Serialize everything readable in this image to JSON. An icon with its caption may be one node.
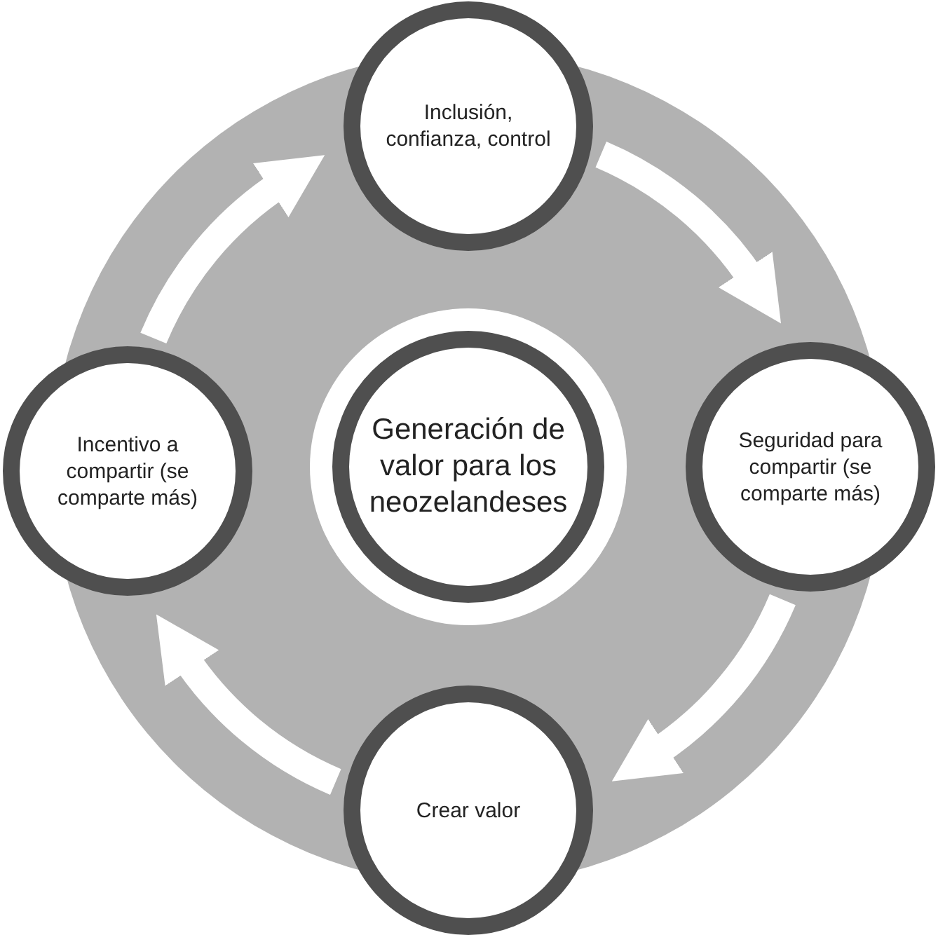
{
  "diagram": {
    "nodes": [
      {
        "text": [
          "Inclusión, confianza, control"
        ]
      },
      {
        "text": [
          "Incentivo a compartir (se comparte más)"
        ]
      },
      {
        "text": [
          "Generación de valor para los neozelandeses"
        ]
      },
      {
        "text": [
          "Seguridad para compartir (se comparte más)"
        ]
      },
      {
        "text": [
          "Crear valor"
        ]
      }
    ],
    "edges": [
      {
        "from": 0,
        "to": 3,
        "arrow": "to"
      },
      {
        "from": 3,
        "to": 4,
        "arrow": "to"
      },
      {
        "from": 4,
        "to": 1,
        "arrow": "to"
      },
      {
        "from": 1,
        "to": 0,
        "arrow": "to"
      }
    ]
  }
}
